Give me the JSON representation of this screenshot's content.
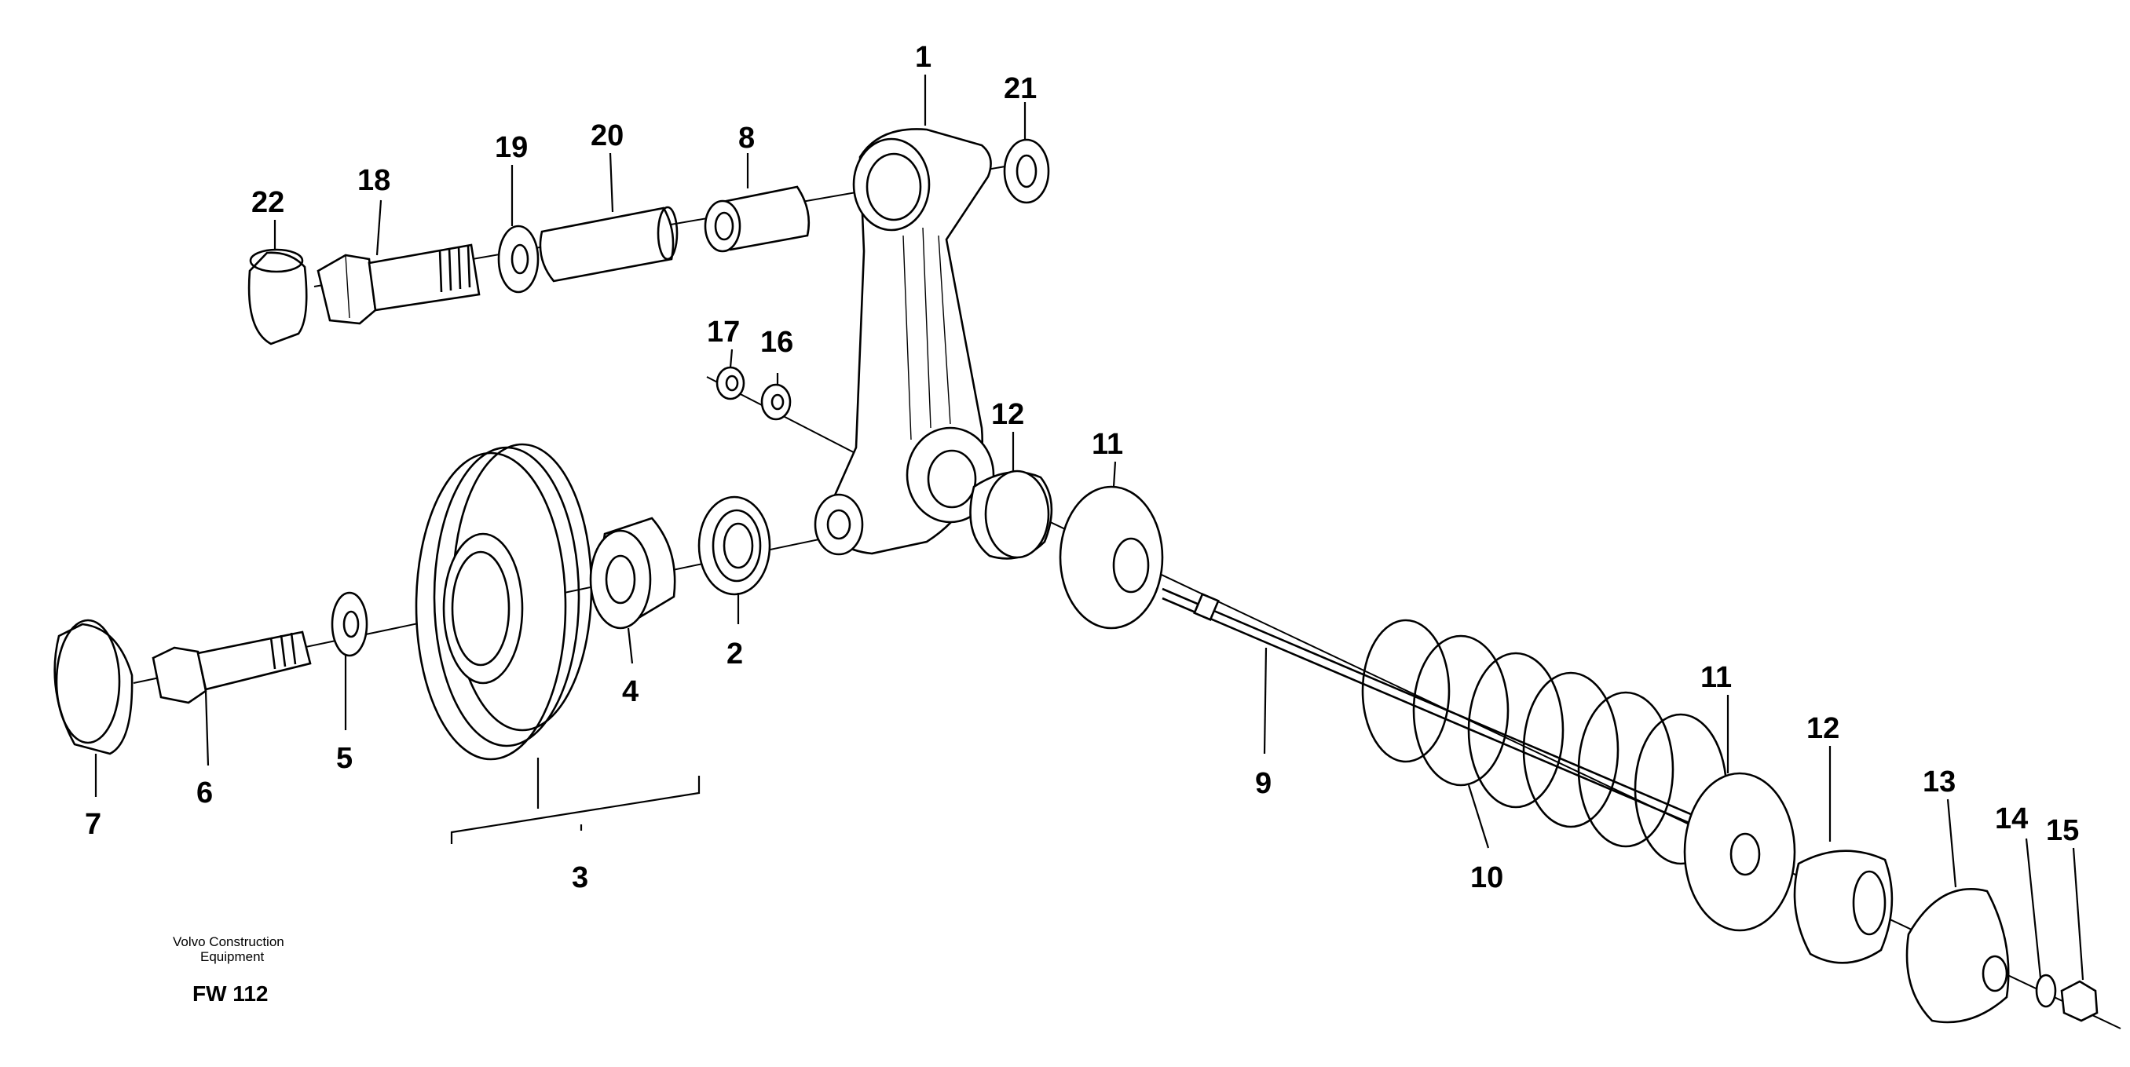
{
  "labels": {
    "p1": "1",
    "p2": "2",
    "p3": "3",
    "p4": "4",
    "p5": "5",
    "p6": "6",
    "p7": "7",
    "p8": "8",
    "p9": "9",
    "p10": "10",
    "p11a": "11",
    "p11b": "11",
    "p12a": "12",
    "p12b": "12",
    "p13": "13",
    "p14": "14",
    "p15": "15",
    "p16": "16",
    "p17": "17",
    "p18": "18",
    "p19": "19",
    "p20": "20",
    "p21": "21",
    "p22": "22"
  },
  "footer": {
    "brand_line1": "Volvo Construction",
    "brand_line2": "Equipment",
    "code": "FW 112"
  }
}
